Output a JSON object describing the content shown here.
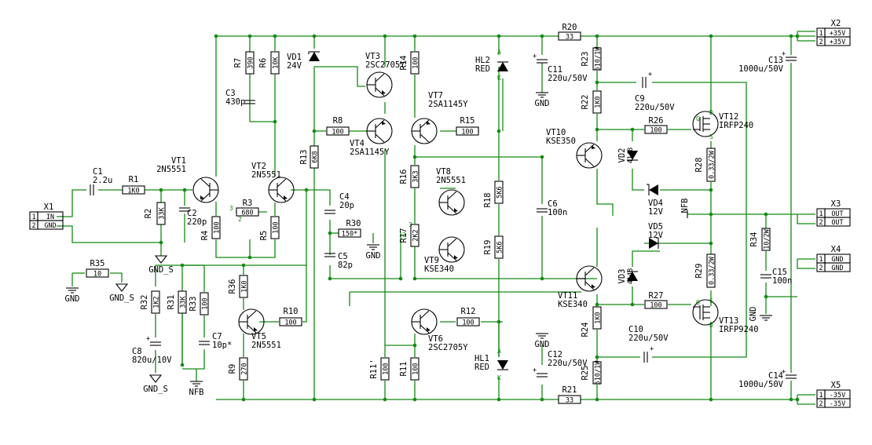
{
  "connectors": {
    "X1": {
      "ref": "X1",
      "pins": [
        {
          "n": "1",
          "label": "IN"
        },
        {
          "n": "2",
          "label": "GND"
        }
      ]
    },
    "X2": {
      "ref": "X2",
      "pins": [
        {
          "n": "1",
          "label": "+35V"
        },
        {
          "n": "2",
          "label": "+35V"
        }
      ]
    },
    "X3": {
      "ref": "X3",
      "pins": [
        {
          "n": "1",
          "label": "OUT"
        },
        {
          "n": "2",
          "label": "OUT"
        }
      ]
    },
    "X4": {
      "ref": "X4",
      "pins": [
        {
          "n": "1",
          "label": "GND"
        },
        {
          "n": "2",
          "label": "GND"
        }
      ]
    },
    "X5": {
      "ref": "X5",
      "pins": [
        {
          "n": "1",
          "label": "-35V"
        },
        {
          "n": "2",
          "label": "-35V"
        }
      ]
    }
  },
  "resistors": {
    "R1": {
      "ref": "R1",
      "value": "1K0"
    },
    "R2": {
      "ref": "R2",
      "value": "33K"
    },
    "R3": {
      "ref": "R3",
      "value": "680"
    },
    "R4": {
      "ref": "R4",
      "value": "100"
    },
    "R5": {
      "ref": "R5",
      "value": "100"
    },
    "R6": {
      "ref": "R6",
      "value": "10K"
    },
    "R7": {
      "ref": "R7",
      "value": "390"
    },
    "R8": {
      "ref": "R8",
      "value": "100"
    },
    "R9": {
      "ref": "R9",
      "value": "270"
    },
    "R10": {
      "ref": "R10",
      "value": "100"
    },
    "R11": {
      "ref": "R11",
      "value": "100"
    },
    "R11p": {
      "ref": "R11'",
      "value": "100"
    },
    "R12": {
      "ref": "R12",
      "value": "100"
    },
    "R13": {
      "ref": "R13",
      "value": "6K8"
    },
    "R14": {
      "ref": "R14",
      "value": "100"
    },
    "R15": {
      "ref": "R15",
      "value": "100"
    },
    "R16": {
      "ref": "R16",
      "value": "3K3"
    },
    "R17": {
      "ref": "R17",
      "value": "2K2"
    },
    "R18": {
      "ref": "R18",
      "value": "5K6"
    },
    "R19": {
      "ref": "R19",
      "value": "5K6"
    },
    "R20": {
      "ref": "R20",
      "value": "33"
    },
    "R21": {
      "ref": "R21",
      "value": "33"
    },
    "R22": {
      "ref": "R22",
      "value": "1K0"
    },
    "R23": {
      "ref": "R23",
      "value": "510/1W"
    },
    "R24": {
      "ref": "R24",
      "value": "1K0"
    },
    "R25": {
      "ref": "R25",
      "value": "510/1W"
    },
    "R26": {
      "ref": "R26",
      "value": "100"
    },
    "R27": {
      "ref": "R27",
      "value": "100"
    },
    "R28": {
      "ref": "R28",
      "value": "0.33/2W"
    },
    "R29": {
      "ref": "R29",
      "value": "0.33/2W"
    },
    "R30": {
      "ref": "R30",
      "value": "150*"
    },
    "R31": {
      "ref": "R31",
      "value": "33K"
    },
    "R32": {
      "ref": "R32",
      "value": "1K2"
    },
    "R33": {
      "ref": "R33",
      "value": "100"
    },
    "R34": {
      "ref": "R34",
      "value": "10/2W"
    },
    "R35": {
      "ref": "R35",
      "value": "10"
    },
    "R36": {
      "ref": "R36",
      "value": "1K0"
    }
  },
  "capacitors": {
    "C1": {
      "ref": "C1",
      "value": "2.2u"
    },
    "C2": {
      "ref": "C2",
      "value": "220p"
    },
    "C3": {
      "ref": "C3",
      "value": "430p"
    },
    "C4": {
      "ref": "C4",
      "value": "20p"
    },
    "C5": {
      "ref": "C5",
      "value": "82p"
    },
    "C6": {
      "ref": "C6",
      "value": "100n"
    },
    "C7": {
      "ref": "C7",
      "value": "10p*"
    },
    "C8": {
      "ref": "C8",
      "value": "820u/10V"
    },
    "C9": {
      "ref": "C9",
      "value": "220u/50V"
    },
    "C10": {
      "ref": "C10",
      "value": "220u/50V"
    },
    "C11": {
      "ref": "C11",
      "value": "220u/50V"
    },
    "C12": {
      "ref": "C12",
      "value": "220u/50V"
    },
    "C13": {
      "ref": "C13",
      "value": "1000u/50V"
    },
    "C14": {
      "ref": "C14",
      "value": "1000u/50V"
    },
    "C15": {
      "ref": "C15",
      "value": "100n"
    }
  },
  "transistors": {
    "VT1": {
      "ref": "VT1",
      "part": "2N5551"
    },
    "VT2": {
      "ref": "VT2",
      "part": "2N5551"
    },
    "VT3": {
      "ref": "VT3",
      "part": "2SC2705Y"
    },
    "VT4": {
      "ref": "VT4",
      "part": "2SA1145Y"
    },
    "VT5": {
      "ref": "VT5",
      "part": "2N5551"
    },
    "VT6": {
      "ref": "VT6",
      "part": "2SC2705Y"
    },
    "VT7": {
      "ref": "VT7",
      "part": "2SA1145Y"
    },
    "VT8": {
      "ref": "VT8",
      "part": "2N5551"
    },
    "VT9": {
      "ref": "VT9",
      "part": "KSE340"
    },
    "VT10": {
      "ref": "VT10",
      "part": "KSE350"
    },
    "VT11": {
      "ref": "VT11",
      "part": "KSE340"
    },
    "VT12": {
      "ref": "VT12",
      "part": "IRFP240"
    },
    "VT13": {
      "ref": "VT13",
      "part": "IRFP9240"
    }
  },
  "diodes": {
    "VD1": {
      "ref": "VD1",
      "value": "24V"
    },
    "VD2": {
      "ref": "VD2",
      "value": "4148"
    },
    "VD3": {
      "ref": "VD3",
      "value": "4148"
    },
    "VD4": {
      "ref": "VD4",
      "value": "12V"
    },
    "VD5": {
      "ref": "VD5",
      "value": "12V"
    },
    "HL1": {
      "ref": "HL1",
      "value": "RED"
    },
    "HL2": {
      "ref": "HL2",
      "value": "RED"
    }
  },
  "nets": {
    "gnd": "GND",
    "gnd_s": "GND_S",
    "nfb": "NFB"
  },
  "pins": {
    "one": "1",
    "two": "2",
    "three": "3",
    "a": "A",
    "k": "K",
    "g": "G",
    "d": "D",
    "s": "S"
  }
}
